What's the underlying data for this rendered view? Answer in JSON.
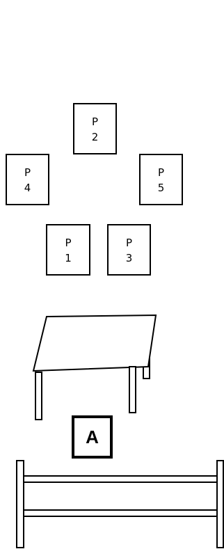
{
  "seats": [
    {
      "id": "p2",
      "line1": "P",
      "line2": "2"
    },
    {
      "id": "p4",
      "line1": "P",
      "line2": "4"
    },
    {
      "id": "p5",
      "line1": "P",
      "line2": "5"
    },
    {
      "id": "p1",
      "line1": "P",
      "line2": "1"
    },
    {
      "id": "p3",
      "line1": "P",
      "line2": "3"
    }
  ],
  "marker": {
    "label": "A"
  },
  "colors": {
    "stroke": "#000000",
    "background": "#ffffff"
  }
}
